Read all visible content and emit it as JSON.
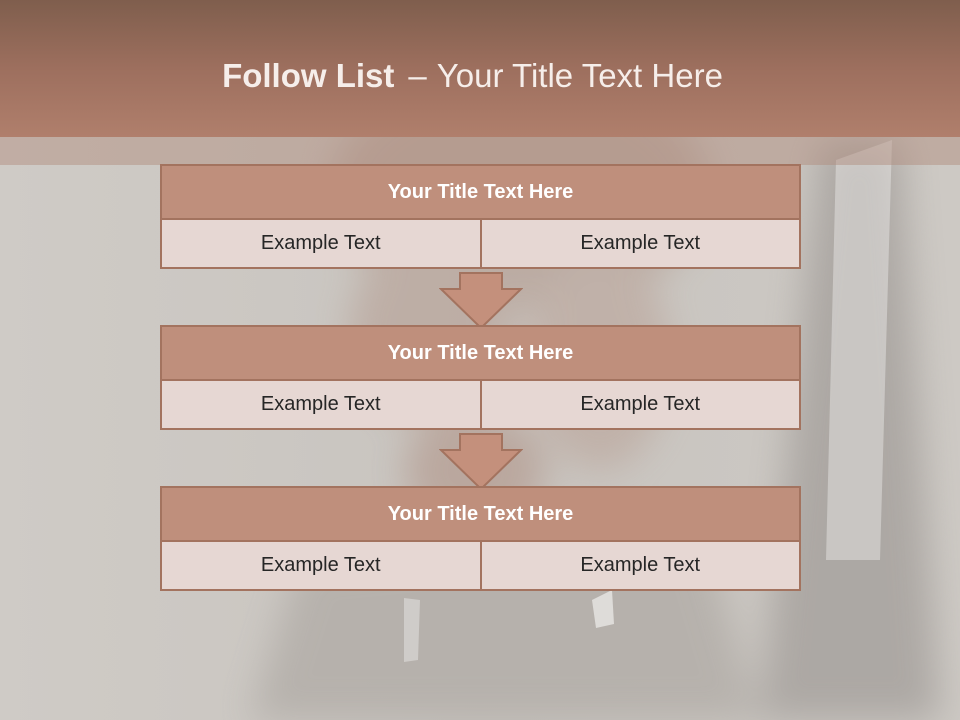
{
  "slide": {
    "title_bold": "Follow List",
    "title_separator": "–",
    "title_rest": "Your Title Text Here"
  },
  "blocks": [
    {
      "title": "Your Title Text Here",
      "cells": [
        "Example Text",
        "Example Text"
      ]
    },
    {
      "title": "Your Title Text Here",
      "cells": [
        "Example Text",
        "Example Text"
      ]
    },
    {
      "title": "Your Title Text Here",
      "cells": [
        "Example Text",
        "Example Text"
      ]
    }
  ],
  "colors": {
    "header_band": "#9d6f5e",
    "block_title_fill": "#bf8f7c",
    "block_border": "#a3735f",
    "cell_fill": "#e6d7d3",
    "arrow_fill": "#c4907c"
  }
}
